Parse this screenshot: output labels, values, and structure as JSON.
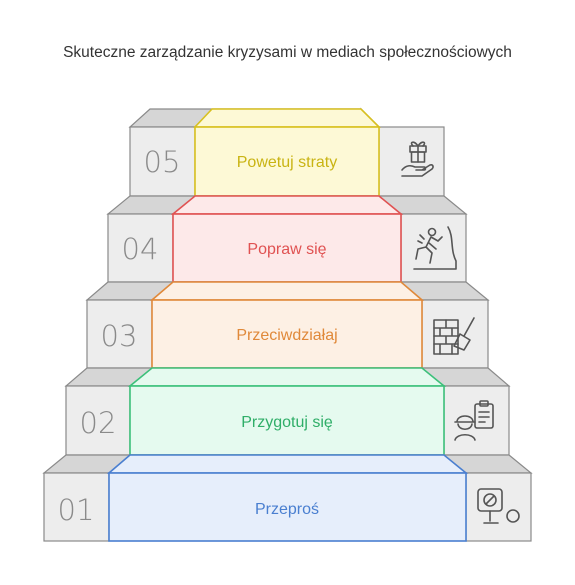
{
  "title": "Skuteczne zarządzanie kryzysami w mediach społecznościowych",
  "steps": [
    {
      "number": "01",
      "label": "Przeproś",
      "icon": "apology-note-icon",
      "stroke": "#4a7fd0",
      "fill": "#e6eefb",
      "text": "#4a7fd0"
    },
    {
      "number": "02",
      "label": "Przygotuj się",
      "icon": "worker-clipboard-icon",
      "stroke": "#3cc07a",
      "fill": "#e5faef",
      "text": "#2fae68"
    },
    {
      "number": "03",
      "label": "Przeciwdziałaj",
      "icon": "brick-wall-trowel-icon",
      "stroke": "#e0893a",
      "fill": "#fdf0e4",
      "text": "#e0893a"
    },
    {
      "number": "04",
      "label": "Popraw się",
      "icon": "climber-icon",
      "stroke": "#e05252",
      "fill": "#fde9e9",
      "text": "#e05252"
    },
    {
      "number": "05",
      "label": "Powetuj straty",
      "icon": "gift-hand-icon",
      "stroke": "#d8c020",
      "fill": "#fdf9d6",
      "text": "#c9b414"
    }
  ]
}
